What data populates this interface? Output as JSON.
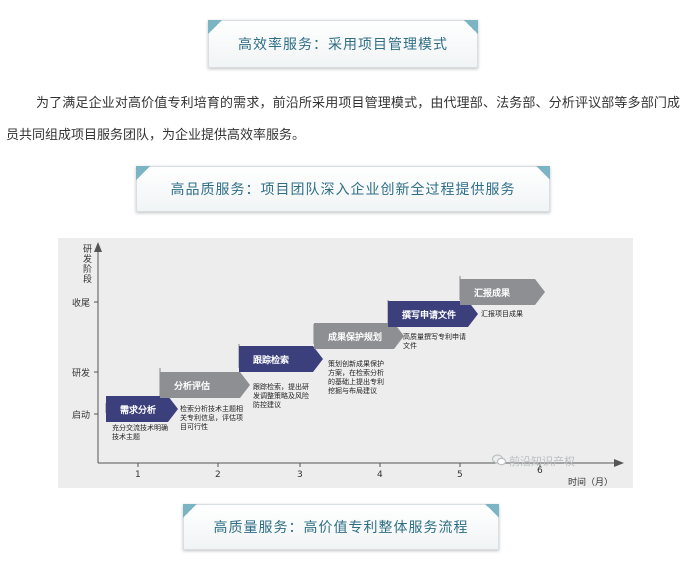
{
  "banners": {
    "top": "高效率服务：采用项目管理模式",
    "middle": "高品质服务：项目团队深入企业创新全过程提供服务",
    "bottom": "高质量服务：高价值专利整体服务流程"
  },
  "paragraph": "为了满足企业对高价值专利培育的需求，前沿所采用项目管理模式，由代理部、法务部、分析评议部等多部门成员共同组成项目服务团队，为企业提供高效率服务。",
  "watermark": "前沿知识产权",
  "chart_data": {
    "type": "diagram",
    "ylabel": "研发阶段",
    "xlabel": "时间（月）",
    "y_levels": [
      "启动",
      "研发",
      "收尾"
    ],
    "x_ticks": [
      "1",
      "2",
      "3",
      "4",
      "5",
      "6"
    ],
    "stages": [
      {
        "name": "需求分析",
        "desc": "充分交流技术明确技术主题"
      },
      {
        "name": "分析评估",
        "desc": "检索分析技术主题相关专利信息，评估项目可行性"
      },
      {
        "name": "跟踪检索",
        "desc": "跟踪检索，提出研发调整策略及风险防控建议"
      },
      {
        "name": "成果保护规划",
        "desc": "策划创新成果保护方案，在检索分析的基础上提出专利挖掘与布局建议"
      },
      {
        "name": "撰写申请文件",
        "desc": "高质量撰写专利申请文件"
      },
      {
        "name": "汇报成果",
        "desc": "汇报项目成果"
      }
    ]
  }
}
